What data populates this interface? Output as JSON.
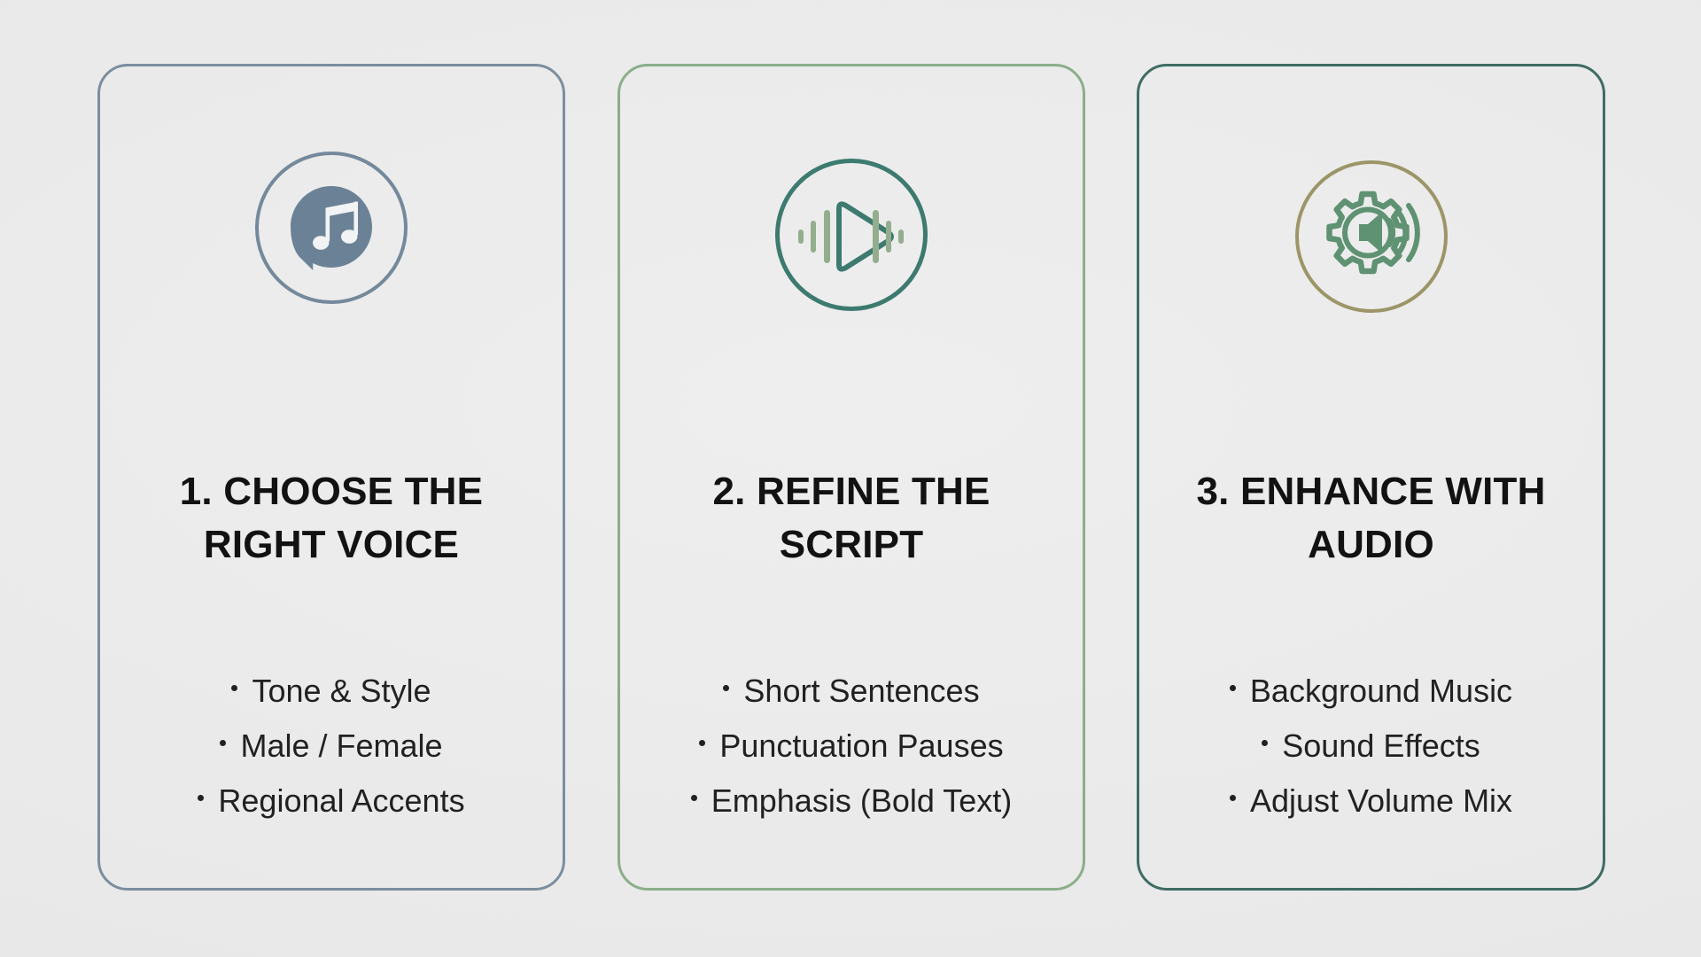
{
  "page": {
    "background_color": "#ebebeb",
    "layout": "three-column-step-cards"
  },
  "cards": [
    {
      "id": "card-1",
      "border_color": "#7b8e9e",
      "icon": {
        "name": "speech-bubble-music-note-icon",
        "ring_color": "#74899b",
        "fill_color": "#6b8296",
        "glyph_color": "#f2f3f4"
      },
      "title": "1. CHOOSE THE RIGHT VOICE",
      "bullets": [
        "Tone & Style",
        "Male / Female",
        "Regional Accents"
      ]
    },
    {
      "id": "card-2",
      "border_color": "#8cae8a",
      "icon": {
        "name": "play-waveform-icon",
        "ring_color": "#3d7a6f",
        "fill_color": "#3d7a6f",
        "glyph_color": "#8fab8a"
      },
      "title": "2. REFINE THE SCRIPT",
      "bullets": [
        "Short Sentences",
        "Punctuation Pauses",
        "Emphasis (Bold Text)"
      ]
    },
    {
      "id": "card-3",
      "border_color": "#3f6c63",
      "icon": {
        "name": "gear-speaker-icon",
        "ring_color": "#9c9568",
        "fill_color": "#5f9272",
        "glyph_color": "#5f9272"
      },
      "title": "3. ENHANCE WITH AUDIO",
      "bullets": [
        "Background Music",
        "Sound Effects",
        "Adjust Volume Mix"
      ]
    }
  ]
}
